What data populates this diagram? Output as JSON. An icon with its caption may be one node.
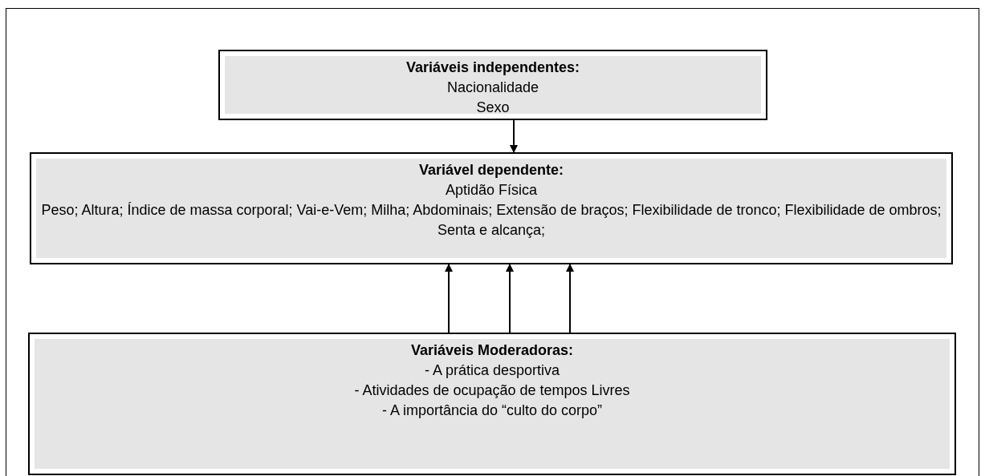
{
  "diagram": {
    "nodes": [
      {
        "text": [
          "Variáveis independentes:",
          "Nacionalidade",
          "Sexo"
        ]
      },
      {
        "text": [
          "Variável dependente:",
          "Aptidão Física",
          "Peso; Altura; Índice de massa corporal; Vai-e-Vem; Milha; Abdominais; Extensão de braços; Flexibilidade de tronco; Flexibilidade de ombros; Senta e alcança;"
        ]
      },
      {
        "text": [
          "Variáveis Moderadoras:",
          "- A prática desportiva",
          "- Atividades de ocupação de tempos Livres",
          "- A importância do “culto do corpo”"
        ]
      }
    ],
    "edges": [
      {
        "from": 0,
        "to": 1,
        "arrow": "to"
      },
      {
        "from": 2,
        "to": 1,
        "arrow": "to"
      },
      {
        "from": 2,
        "to": 1,
        "arrow": "to"
      },
      {
        "from": 2,
        "to": 1,
        "arrow": "to"
      }
    ]
  }
}
